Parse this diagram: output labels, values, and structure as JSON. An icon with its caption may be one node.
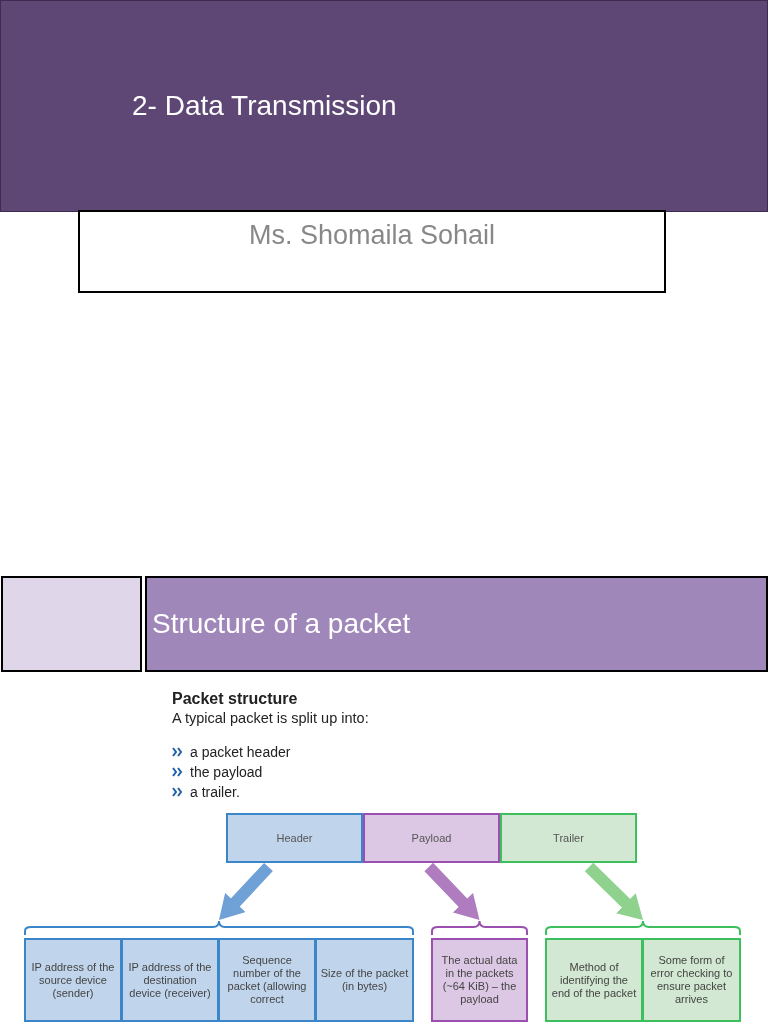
{
  "diagram": {
    "nodes": [
      {
        "text": [
          "2- Data Transmission"
        ]
      },
      {
        "text": [
          "Ms. Shomaila Sohail"
        ]
      },
      {
        "text": [],
        "shape": "box"
      },
      {
        "text": [
          "Structure of a packet"
        ]
      },
      {
        "text": [
          "Header"
        ]
      },
      {
        "text": [
          "Payload"
        ]
      },
      {
        "text": [
          "Trailer"
        ]
      },
      {
        "text": [],
        "shape": "bracket"
      },
      {
        "text": [],
        "shape": "bracket"
      },
      {
        "text": [],
        "shape": "bracket"
      },
      {
        "text": [
          "IP address of the source device (sender)"
        ]
      },
      {
        "text": [
          "IP address of the destination device (receiver)"
        ]
      },
      {
        "text": [
          "Sequence number of the packet (allowing correct"
        ]
      },
      {
        "text": [
          "Size of the packet (in bytes)"
        ]
      },
      {
        "text": [
          "The actual data in the packets (~64 KiB) – the payload"
        ]
      },
      {
        "text": [
          "Method of identifying the end of the packet"
        ]
      },
      {
        "text": [
          "Some form of error checking to ensure packet arrives"
        ]
      }
    ],
    "edges": [
      {
        "from": 4,
        "to": 7,
        "arrow": "to",
        "color": "#6fa0d6"
      },
      {
        "from": 5,
        "to": 8,
        "arrow": "to",
        "color": "#b07cc0"
      },
      {
        "from": 6,
        "to": 9,
        "arrow": "to",
        "color": "#8ed28e"
      }
    ],
    "labels": [
      "Packet structure",
      "A typical packet is split up into:",
      "a packet header",
      "the payload",
      "a trailer."
    ]
  }
}
